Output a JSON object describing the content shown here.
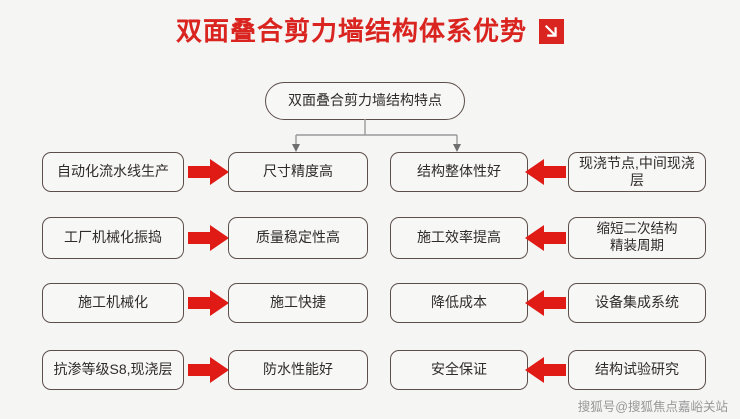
{
  "page": {
    "background_color": "#f5f5f4",
    "accent_color": "#d9241f",
    "box_border_color": "#5c4f4a"
  },
  "title": {
    "text": "双面叠合剪力墙结构体系优势",
    "badge_icon": "arrow-down-right-icon",
    "color": "#d9241f"
  },
  "diagram": {
    "root": {
      "label": "双面叠合剪力墙结构特点"
    },
    "rows": [
      {
        "left_cause": "自动化流水线生产",
        "left_effect": "尺寸精度高",
        "right_effect": "结构整体性好",
        "right_cause": "现浇节点,中间现浇层"
      },
      {
        "left_cause": "工厂机械化振捣",
        "left_effect": "质量稳定性高",
        "right_effect": "施工效率提高",
        "right_cause": "缩短二次结构\n精装周期"
      },
      {
        "left_cause": "施工机械化",
        "left_effect": "施工快捷",
        "right_effect": "降低成本",
        "right_cause": "设备集成系统"
      },
      {
        "left_cause": "抗渗等级S8,现浇层",
        "left_effect": "防水性能好",
        "right_effect": "安全保证",
        "right_cause": "结构试验研究"
      }
    ],
    "arrow_icons": {
      "right": "arrow-right-icon",
      "left": "arrow-left-icon",
      "branch": "branch-connector-icon"
    }
  },
  "watermark": {
    "text": "搜狐号@搜狐焦点嘉峪关站"
  }
}
